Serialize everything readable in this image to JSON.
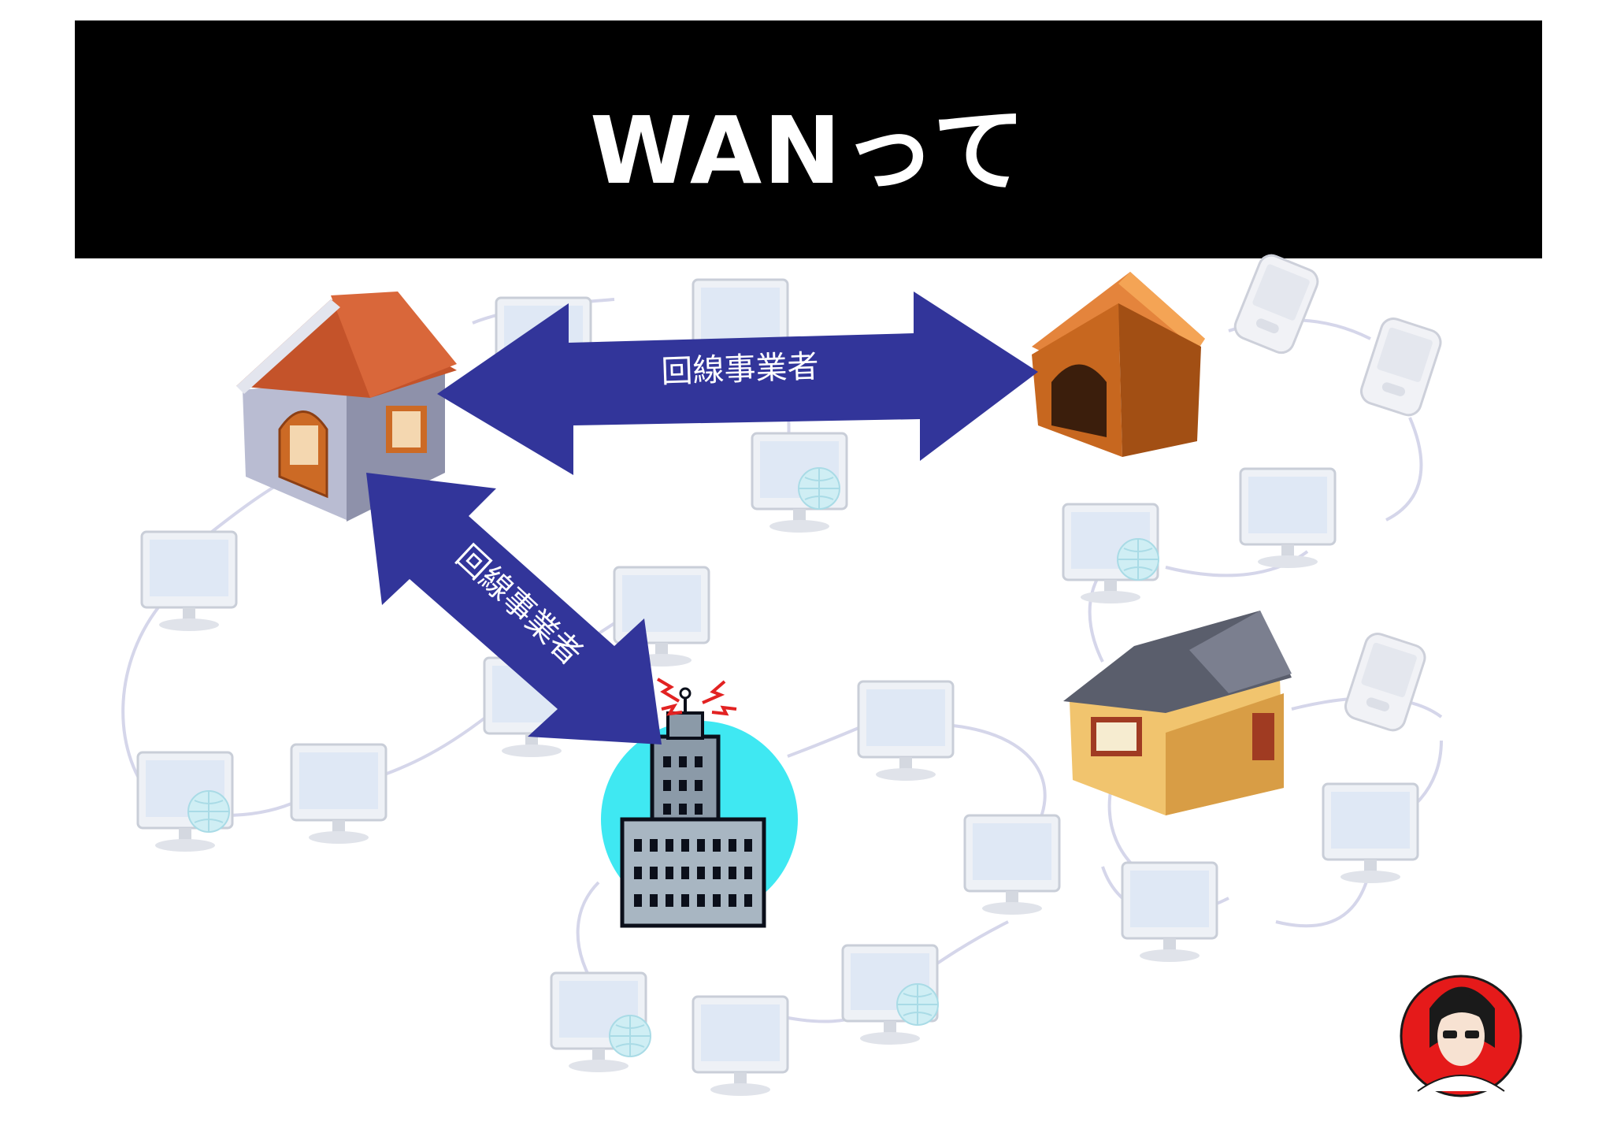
{
  "title": "WANって",
  "arrows": [
    {
      "label": "回線事業者"
    },
    {
      "label": "回線事業者"
    }
  ],
  "colors": {
    "title_bar": "#000000",
    "title_text": "#ffffff",
    "arrow_fill": "#32359a",
    "network_line": "#d5d6ea",
    "building_halo": "#3fe8f2",
    "roof_orange": "#c4532a"
  }
}
